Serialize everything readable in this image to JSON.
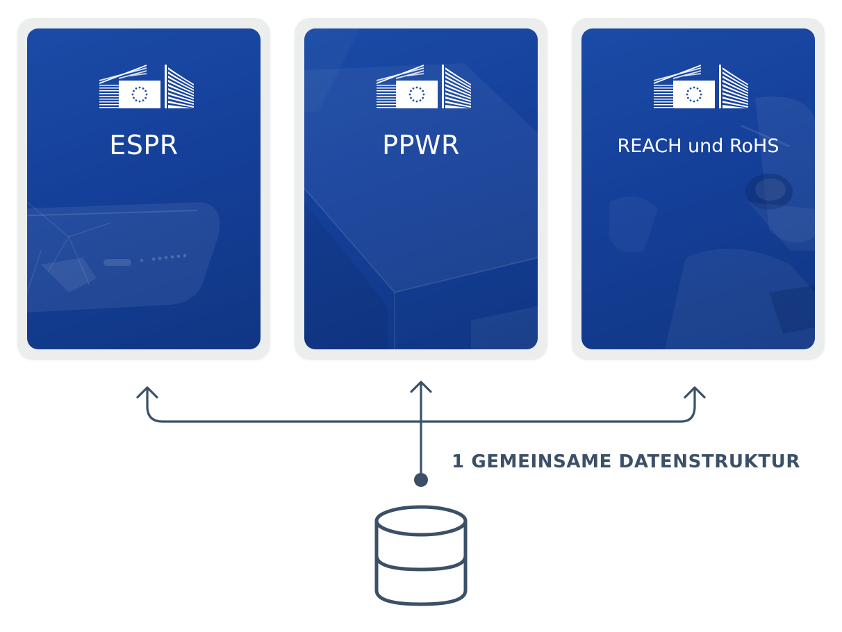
{
  "cards": [
    {
      "title": "ESPR"
    },
    {
      "title": "PPWR"
    },
    {
      "title": "REACH und RoHS"
    }
  ],
  "connector_label": "1 GEMEINSAME DATENSTRUKTUR",
  "icons": {
    "logo": "european-commission-logo-icon",
    "arrow": "arrow-up-icon",
    "database": "database-icon"
  },
  "colors": {
    "card_blue": "#15409a",
    "frame": "#eceeee",
    "connector": "#3b5068",
    "text_white": "#ffffff"
  }
}
